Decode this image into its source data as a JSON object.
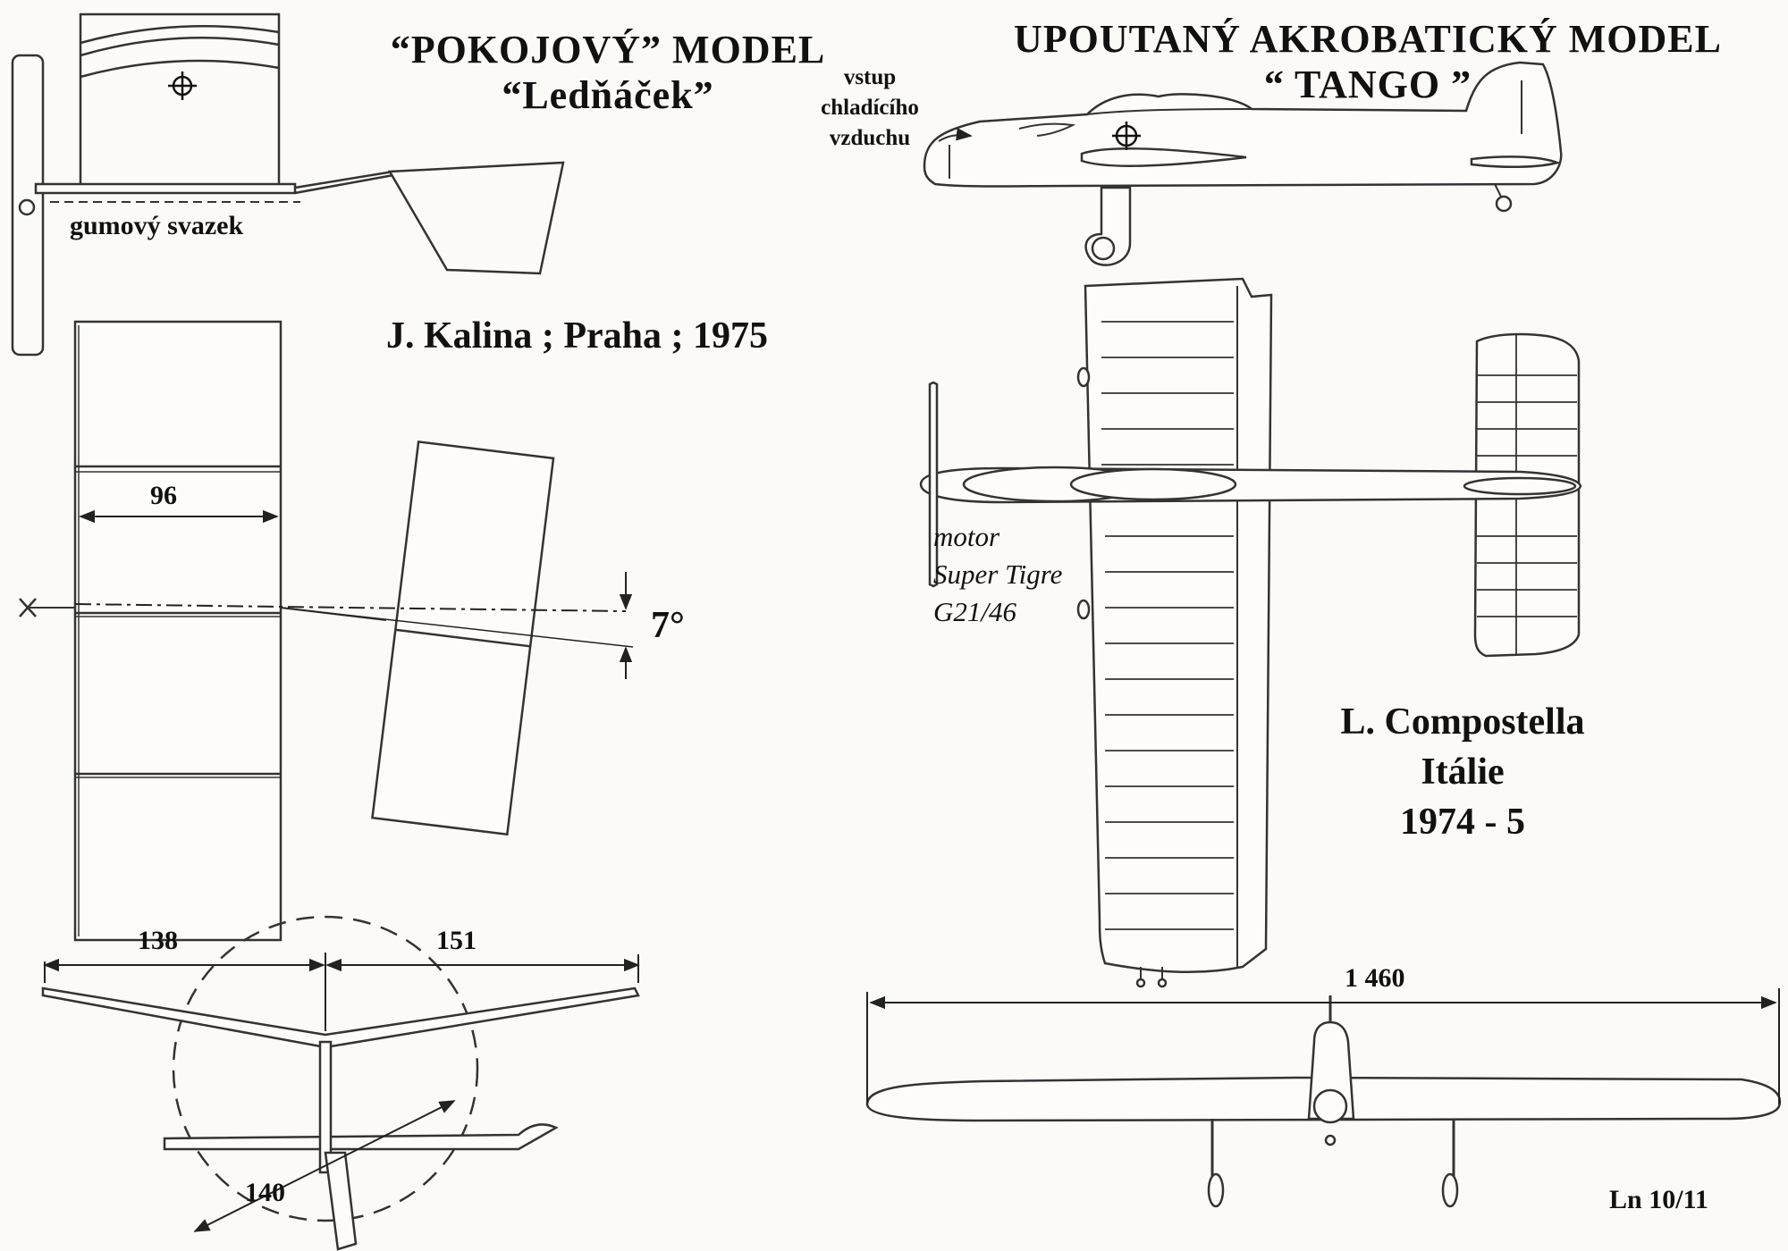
{
  "left_model": {
    "title_line1": "“POKOJOVÝ” MODEL",
    "title_line2": "“Ledňáček”",
    "author": "J. Kalina ; Praha ; 1975",
    "label_rubber": "gumový svazek",
    "dim_chord": "96",
    "dim_angle": "7°",
    "dim_span_left": "138",
    "dim_span_right": "151",
    "dim_radius": "140"
  },
  "right_model": {
    "title_line1": "UPOUTANÝ  AKROBATICKÝ  MODEL",
    "title_line2": "“ TANGO ”",
    "intake_lines": [
      "vstup",
      "chladícího",
      "vzduchu"
    ],
    "motor_lines": [
      "motor",
      "Super Tigre",
      "G21/46"
    ],
    "designer_lines": [
      "L. Compostella",
      "Itálie",
      "1974 - 5"
    ],
    "dim_span": "1 460"
  },
  "footer": {
    "page_ref": "Ln 10/11"
  }
}
